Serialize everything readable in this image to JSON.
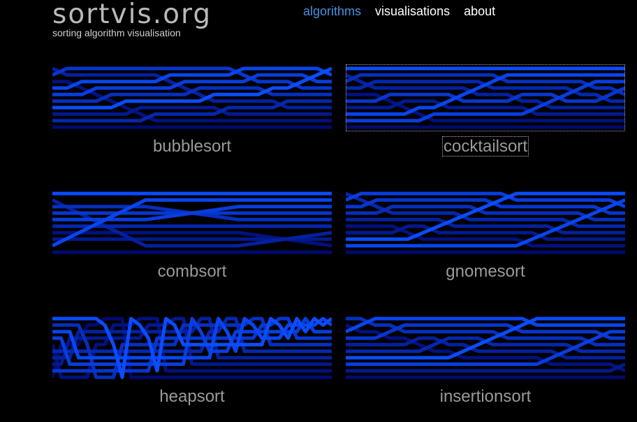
{
  "site": {
    "title": "sortvis.org",
    "subtitle": "sorting algorithm visualisation"
  },
  "nav": [
    {
      "label": "algorithms",
      "active": true
    },
    {
      "label": "visualisations",
      "active": false
    },
    {
      "label": "about",
      "active": false
    }
  ],
  "colors": {
    "background": "#000000",
    "accent": "#4a90e2",
    "line_low": "#000a6e",
    "line_high": "#0a4cff"
  },
  "algorithms": [
    {
      "name": "bubblesort",
      "focused": false
    },
    {
      "name": "cocktailsort",
      "focused": true
    },
    {
      "name": "combsort",
      "focused": false
    },
    {
      "name": "gnomesort",
      "focused": false
    },
    {
      "name": "heapsort",
      "focused": false
    },
    {
      "name": "insertionsort",
      "focused": false
    }
  ]
}
